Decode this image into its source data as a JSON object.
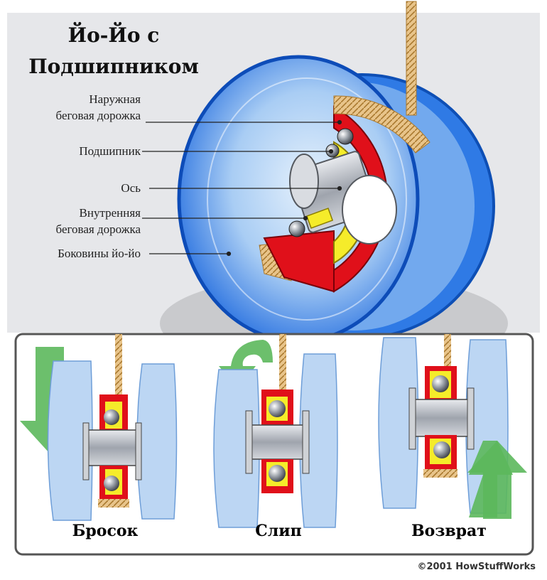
{
  "title": {
    "line1": "Йо-Йо с",
    "line2": "Подшипником"
  },
  "labels": {
    "outer_race_1": "Наружная",
    "outer_race_2": "беговая дорожка",
    "bearing": "Подшипник",
    "axle": "Ось",
    "inner_race_1": "Внутренняя",
    "inner_race_2": "беговая дорожка",
    "side": "Боковины йо-йо"
  },
  "panels": {
    "throw": "Бросок",
    "sleep": "Слип",
    "return": "Возврат"
  },
  "copyright": "©2001 HowStuffWorks",
  "colors": {
    "blue_dark": "#1a5fd6",
    "blue_light": "#cfe2f8",
    "red": "#e0101a",
    "yellow": "#f5ec2a",
    "green": "#5cb85c",
    "string": "#e8c48a",
    "axle": "#b8bcc4"
  }
}
